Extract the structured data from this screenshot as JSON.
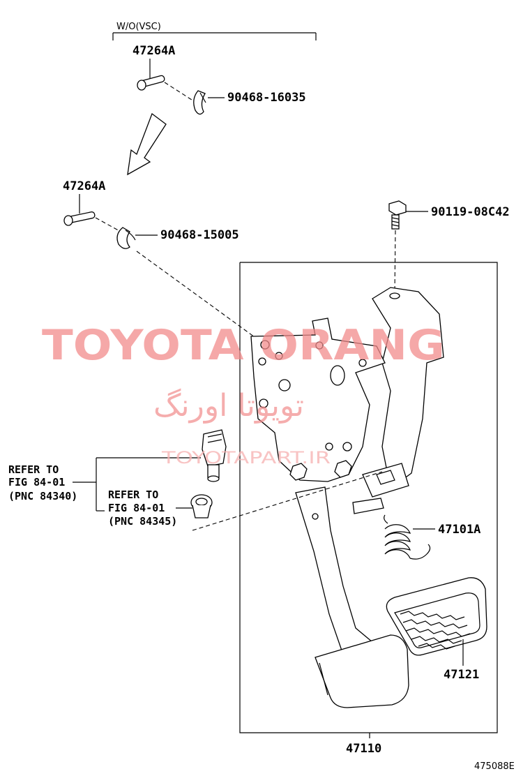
{
  "header": {
    "variant_note": "W/O(VSC)"
  },
  "labels": {
    "pin_upper": "47264A",
    "clip_upper": "90468-16035",
    "pin_lower": "47264A",
    "clip_lower": "90468-15005",
    "bolt": "90119-08C42",
    "spring": "47101A",
    "pedal_pad": "47121",
    "pedal_assembly": "47110",
    "figure_code": "475088E"
  },
  "references": {
    "switch": {
      "line1": "REFER TO",
      "line2": "FIG 84-01",
      "line3": "(PNC 84340)"
    },
    "cushion": {
      "line1": "REFER TO",
      "line2": "FIG 84-01",
      "line3": "(PNC 84345)"
    }
  },
  "watermark": {
    "brand": "TOYOTA ORANG",
    "brand_fa": "تویوتا اورنگ",
    "site": "TOYOTAPART.IR"
  },
  "colors": {
    "watermark": "#f28b8b",
    "line": "#000000"
  },
  "icons": {
    "arrow": "arrow-down-left-icon"
  }
}
